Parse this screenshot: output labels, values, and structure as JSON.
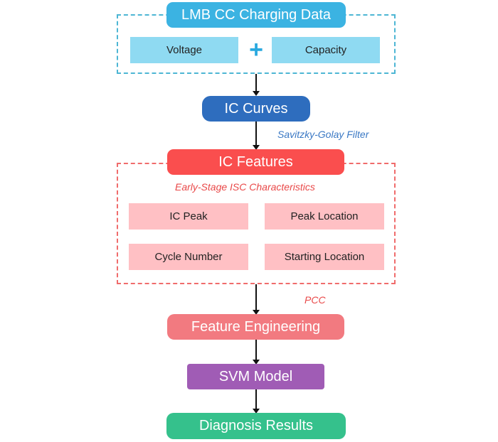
{
  "top": {
    "title": "LMB CC Charging Data",
    "voltage": "Voltage",
    "plus": "+",
    "capacity": "Capacity"
  },
  "ic_curves": "IC Curves",
  "savgol": "Savitzky-Golay Filter",
  "features": {
    "title": "IC Features",
    "subtitle": "Early-Stage ISC Characteristics",
    "items": [
      "IC Peak",
      "Peak Location",
      "Cycle Number",
      "Starting Location"
    ]
  },
  "pcc": "PCC",
  "feature_engineering": "Feature Engineering",
  "svm_model": "SVM Model",
  "diagnosis": "Diagnosis Results",
  "colors": {
    "top_title": "#3bb3e2",
    "top_boxes": "#8fdaf2",
    "top_dash": "#4db6d4",
    "plus": "#2aa9df",
    "ic_curves": "#2e6dbe",
    "savgol_text": "#3a78c4",
    "features_title": "#fa4e4e",
    "features_dash": "#f06c6c",
    "feature_boxes": "#ffc0c4",
    "red_text": "#e94848",
    "feature_engineering": "#f27a80",
    "svm": "#a05cb5",
    "diagnosis": "#35c18c"
  }
}
